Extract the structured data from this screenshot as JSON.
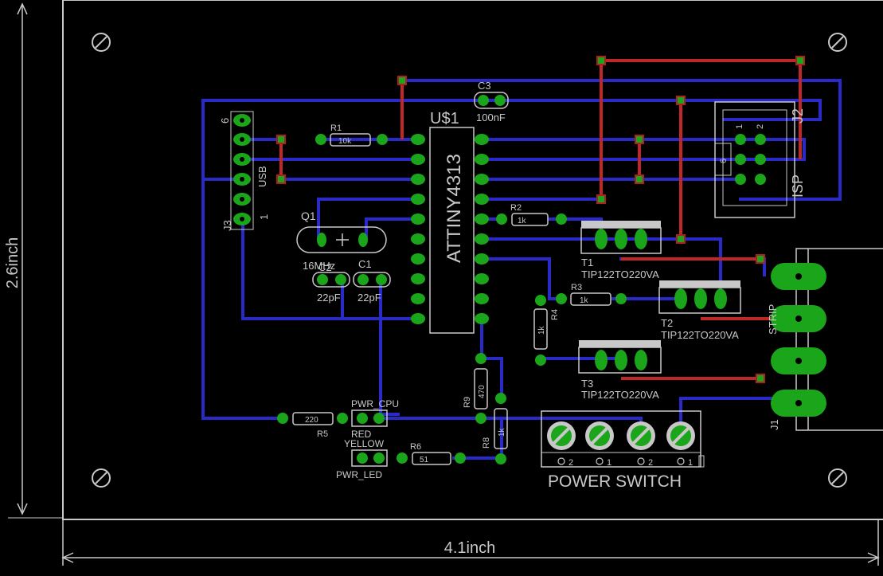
{
  "dimensions": {
    "height": "2.6inch",
    "width": "4.1inch"
  },
  "ic": {
    "name": "U$1",
    "part": "ATTINY4313"
  },
  "connectors": {
    "usb": {
      "name": "J3",
      "label": "USB",
      "pin_top": "6",
      "pin_bottom": "1"
    },
    "isp": {
      "name": "J2",
      "label": "ISP",
      "pin1": "1",
      "pin2": "2",
      "pin6": "6"
    },
    "strip": {
      "name": "J1",
      "label": "STRIP"
    }
  },
  "passives": {
    "r1": {
      "name": "R1",
      "value": "10k"
    },
    "r2": {
      "name": "R2",
      "value": "1k"
    },
    "r3": {
      "name": "R3",
      "value": "1k"
    },
    "r4": {
      "name": "R4",
      "value": "1k"
    },
    "r5": {
      "name": "R5",
      "value": "220"
    },
    "r6": {
      "name": "R6",
      "value": "51"
    },
    "r8": {
      "name": "R8",
      "value": "1k"
    },
    "r9": {
      "name": "R9",
      "value": "470"
    },
    "c1": {
      "name": "C1",
      "value": "22pF"
    },
    "c2": {
      "name": "C2",
      "value": "22pF"
    },
    "c3": {
      "name": "C3",
      "value": "100nF"
    },
    "q1": {
      "name": "Q1",
      "value": "16MHz"
    }
  },
  "transistors": {
    "t1": {
      "name": "T1",
      "part": "TIP122TO220VA"
    },
    "t2": {
      "name": "T2",
      "part": "TIP122TO220VA"
    },
    "t3": {
      "name": "T3",
      "part": "TIP122TO220VA"
    }
  },
  "leds": {
    "cpu": {
      "name": "PWR_CPU",
      "color": "RED"
    },
    "pwr": {
      "name": "PWR_LED",
      "color": "YELLOW"
    }
  },
  "switch": {
    "label": "POWER SWITCH",
    "pins": [
      "2",
      "1",
      "2",
      "1"
    ]
  },
  "colors": {
    "trace_top": "#2a2ac8",
    "trace_bottom": "#c02828",
    "pad": "#1aa51a",
    "silk": "#c8c8c8"
  }
}
